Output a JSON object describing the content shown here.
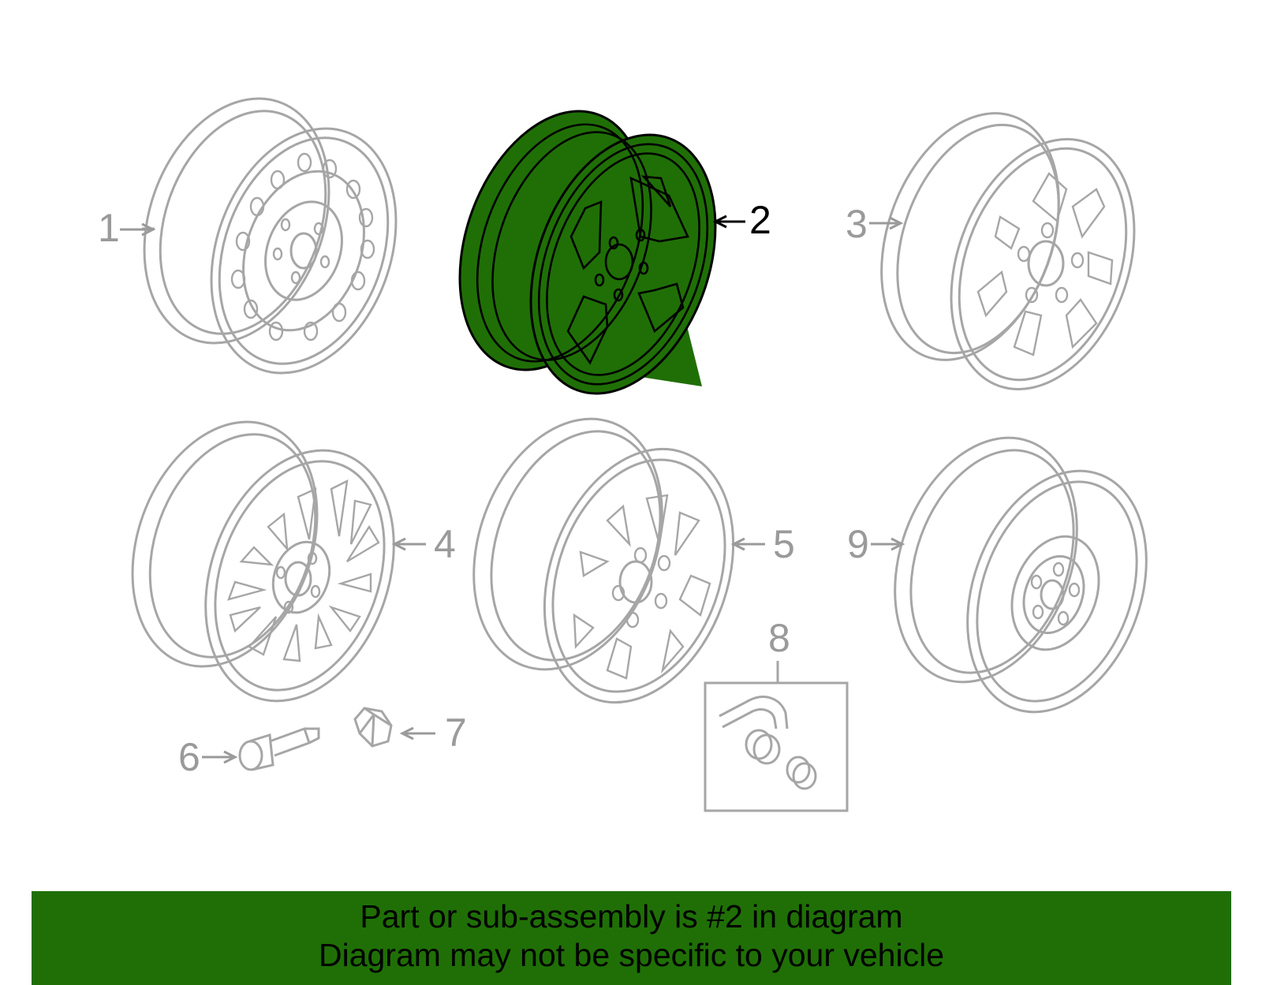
{
  "diagram": {
    "highlighted_part": "2",
    "callouts": [
      {
        "id": "c1",
        "label": "1"
      },
      {
        "id": "c2",
        "label": "2"
      },
      {
        "id": "c3",
        "label": "3"
      },
      {
        "id": "c4",
        "label": "4"
      },
      {
        "id": "c5",
        "label": "5"
      },
      {
        "id": "c6",
        "label": "6"
      },
      {
        "id": "c7",
        "label": "7"
      },
      {
        "id": "c8",
        "label": "8"
      },
      {
        "id": "c9",
        "label": "9"
      }
    ],
    "colors": {
      "highlight": "#1f6f06",
      "line": "#a6a6a6",
      "label": "#9a9a9a"
    }
  },
  "footer": {
    "line1": "Part or sub-assembly is #2 in diagram",
    "line2": "Diagram may not be specific to your vehicle"
  }
}
